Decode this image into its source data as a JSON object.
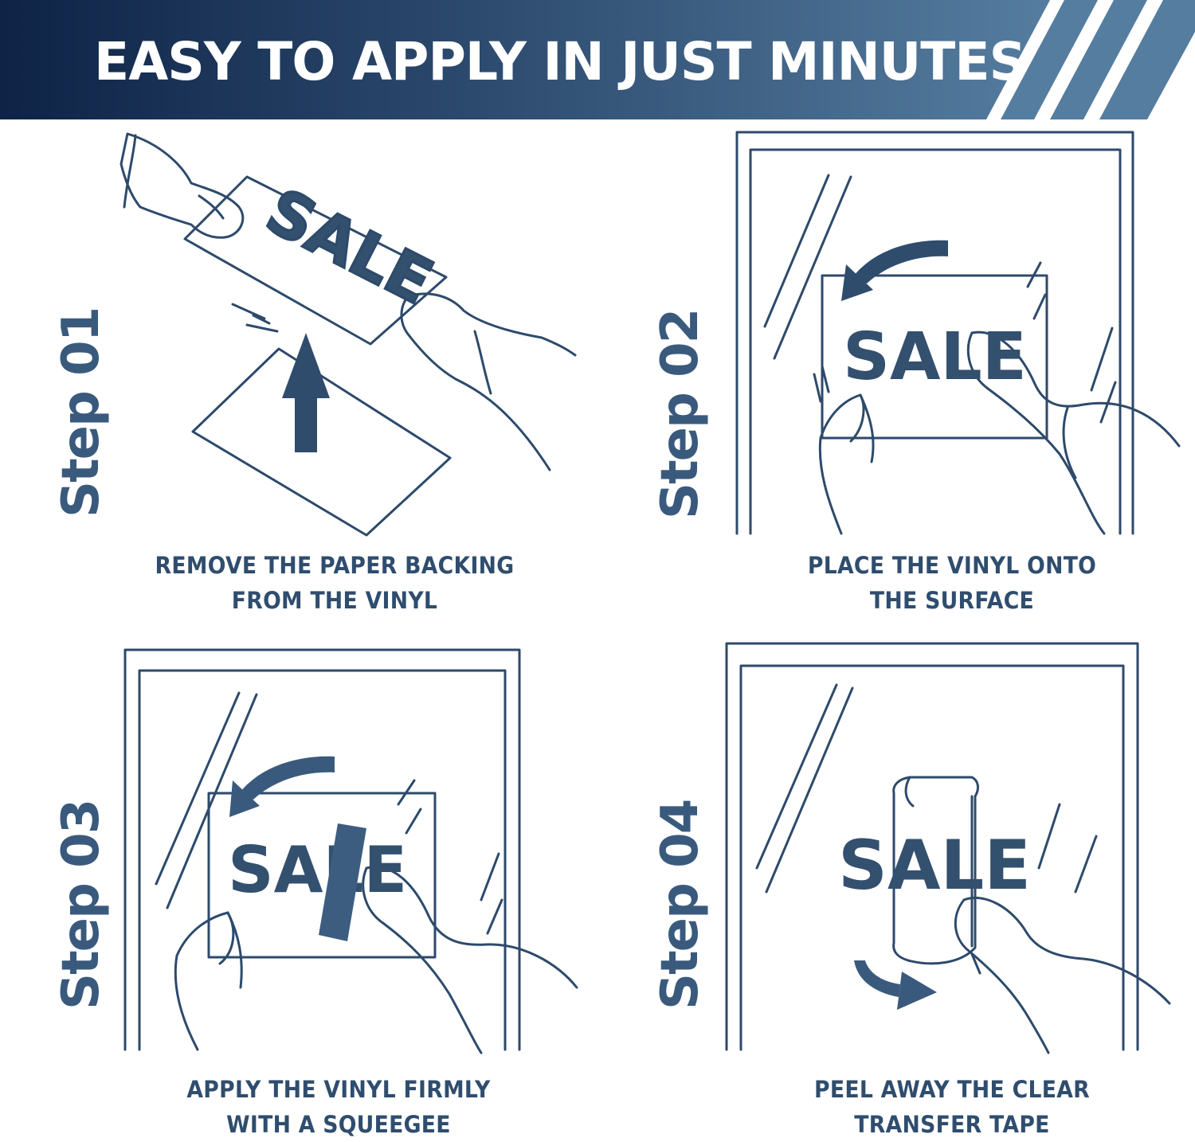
{
  "header": {
    "title": "EASY TO APPLY IN JUST MINUTES"
  },
  "colors": {
    "navy": "#0f2447",
    "steel": "#4f7699",
    "ink": "#2d4a6b",
    "light": "#6a8fb0"
  },
  "steps": [
    {
      "label": "Step 01",
      "caption_line1": "REMOVE THE PAPER BACKING",
      "caption_line2": "FROM THE VINYL",
      "sign_text": "SALE",
      "icon": "arrow-up-icon"
    },
    {
      "label": "Step 02",
      "caption_line1": "PLACE THE VINYL ONTO",
      "caption_line2": "THE SURFACE",
      "sign_text": "SALE",
      "icon": "curved-arrow-left-icon"
    },
    {
      "label": "Step 03",
      "caption_line1": "APPLY THE VINYL FIRMLY",
      "caption_line2": "WITH A SQUEEGEE",
      "sign_text": "SALE",
      "icon": "curved-arrow-left-icon"
    },
    {
      "label": "Step 04",
      "caption_line1": "PEEL AWAY THE CLEAR",
      "caption_line2": "TRANSFER TAPE",
      "sign_text": "SALE",
      "icon": "curved-arrow-down-right-icon"
    }
  ]
}
